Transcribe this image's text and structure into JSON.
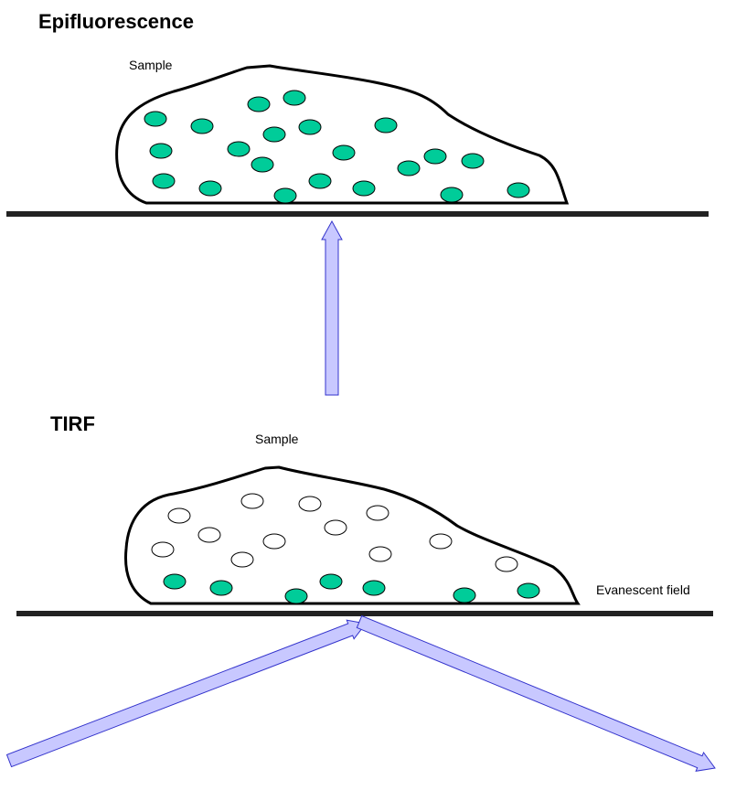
{
  "epi": {
    "title": "Epifluorescence",
    "sample_label": "Sample"
  },
  "tirf": {
    "title": "TIRF",
    "sample_label": "Sample",
    "field_label": "Evanescent field"
  },
  "colors": {
    "fluor": "#00CC99",
    "arrow_fill": "#C8C8FF",
    "arrow_stroke": "#3333CC",
    "outline": "#000000"
  }
}
